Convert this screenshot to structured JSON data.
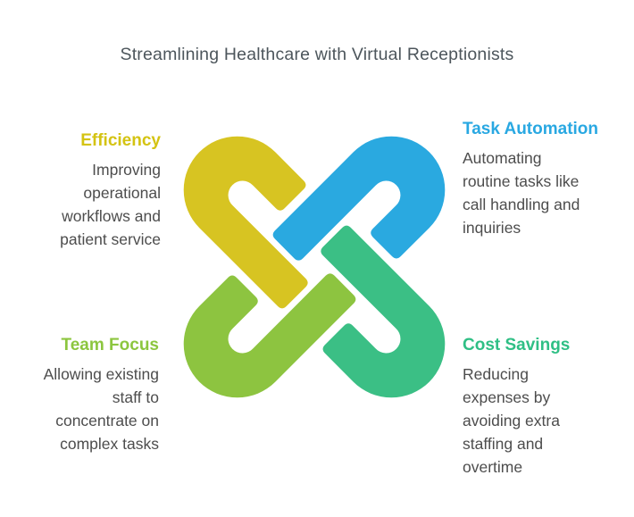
{
  "title": "Streamlining Healthcare with Virtual Receptionists",
  "background_color": "#ffffff",
  "title_color": "#4d565c",
  "body_text_color": "#4d4d4d",
  "quadrants": {
    "top_left": {
      "heading": "Efficiency",
      "heading_color": "#d4c312",
      "body_lines": [
        "Improving",
        "operational",
        "workflows and",
        "patient service"
      ]
    },
    "top_right": {
      "heading": "Task Automation",
      "heading_color": "#29a8e2",
      "body_lines": [
        "Automating",
        "routine tasks like",
        "call handling and",
        "inquiries"
      ]
    },
    "bottom_left": {
      "heading": "Team Focus",
      "heading_color": "#8cc63f",
      "body_lines": [
        "Allowing existing",
        "staff to",
        "concentrate on",
        "complex tasks"
      ]
    },
    "bottom_right": {
      "heading": "Cost Savings",
      "heading_color": "#2fbf85",
      "body_lines": [
        "Reducing",
        "expenses by",
        "avoiding extra",
        "staffing and",
        "overtime"
      ]
    }
  },
  "knot": {
    "description": "four interlocking ribbon loops",
    "colors": {
      "top_left": "#d7c422",
      "top_right": "#2aa9e0",
      "bottom_right": "#3bbf85",
      "bottom_left": "#8dc440"
    }
  }
}
